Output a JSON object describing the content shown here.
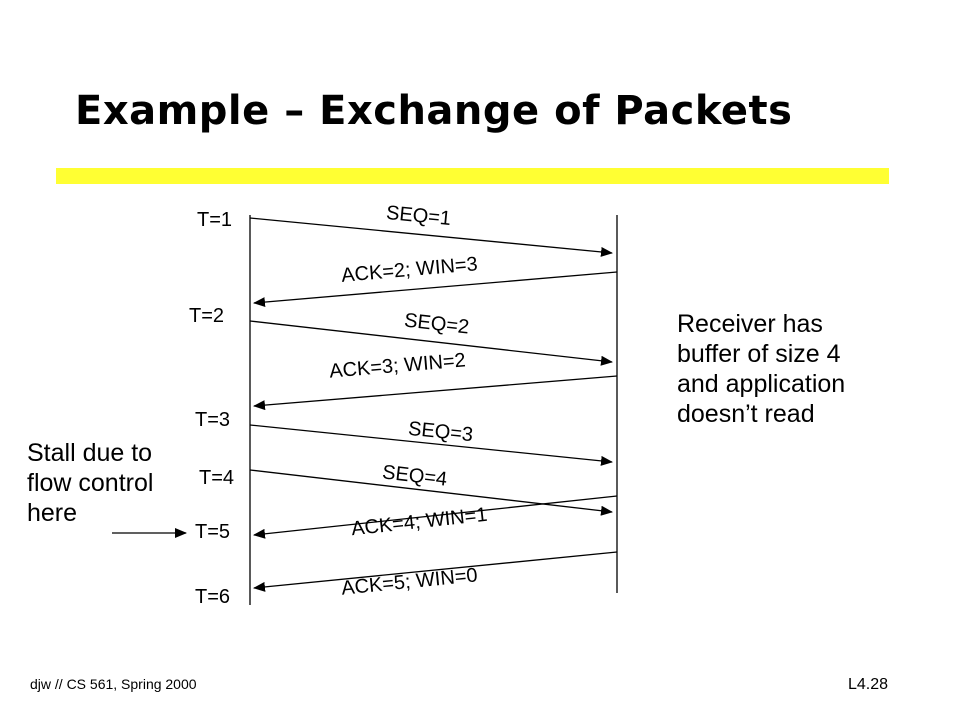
{
  "title": "Example – Exchange of Packets",
  "colors": {
    "title_bar": "#ffff33",
    "line": "#000000"
  },
  "timeline": {
    "times": [
      "T=1",
      "T=2",
      "T=3",
      "T=4",
      "T=5",
      "T=6"
    ],
    "messages": [
      {
        "label": "SEQ=1",
        "direction": "sender-to-receiver"
      },
      {
        "label": "ACK=2; WIN=3",
        "direction": "receiver-to-sender"
      },
      {
        "label": "SEQ=2",
        "direction": "sender-to-receiver"
      },
      {
        "label": "ACK=3; WIN=2",
        "direction": "receiver-to-sender"
      },
      {
        "label": "SEQ=3",
        "direction": "sender-to-receiver"
      },
      {
        "label": "SEQ=4",
        "direction": "sender-to-receiver"
      },
      {
        "label": "ACK=4; WIN=1",
        "direction": "receiver-to-sender"
      },
      {
        "label": "ACK=5; WIN=0",
        "direction": "receiver-to-sender"
      }
    ]
  },
  "notes": {
    "receiver": "Receiver has\nbuffer of size 4\nand application\ndoesn’t read",
    "stall": "Stall due to\nflow control\nhere"
  },
  "footer": {
    "course": "djw // CS 561, Spring 2000",
    "slide": "L4.28"
  }
}
